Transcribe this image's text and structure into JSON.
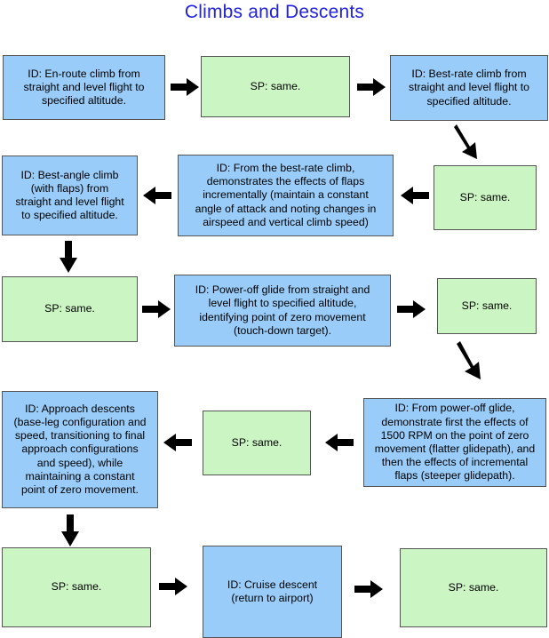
{
  "title": "Climbs and Descents",
  "colors": {
    "title": "#2222dd",
    "id_box_fill": "#99ccf9",
    "sp_box_fill": "#ccf5c4",
    "box_border": "#555555",
    "arrow": "#000000",
    "background": "#ffffff"
  },
  "nodes": [
    {
      "id": "n1",
      "kind": "ID",
      "text": "ID:  En-route climb from\nstraight and level flight to\nspecified altitude."
    },
    {
      "id": "n2",
      "kind": "SP",
      "text": "SP: same."
    },
    {
      "id": "n3",
      "kind": "ID",
      "text": "ID: Best-rate climb from\nstraight and level flight to\nspecified altitude."
    },
    {
      "id": "n4",
      "kind": "SP",
      "text": "SP: same."
    },
    {
      "id": "n5",
      "kind": "ID",
      "text": "ID: From the best-rate climb,\ndemonstrates the effects of flaps\nincrementally (maintain a constant\nangle of attack and noting changes in\nairspeed and vertical climb speed)"
    },
    {
      "id": "n6",
      "kind": "ID",
      "text": "ID: Best-angle climb\n(with flaps) from\nstraight and level flight\nto specified altitude."
    },
    {
      "id": "n7",
      "kind": "SP",
      "text": "SP: same."
    },
    {
      "id": "n8",
      "kind": "ID",
      "text": "ID: Power-off glide from straight and\nlevel flight to specified altitude,\nidentifying point of zero movement\n(touch-down target)."
    },
    {
      "id": "n9",
      "kind": "SP",
      "text": "SP: same."
    },
    {
      "id": "n10",
      "kind": "ID",
      "text": "ID: From power-off glide,\ndemonstrate first the effects of\n1500 RPM on the point of zero\nmovement (flatter glidepath), and\nthen the effects of incremental\nflaps (steeper glidepath)."
    },
    {
      "id": "n11",
      "kind": "SP",
      "text": "SP: same."
    },
    {
      "id": "n12",
      "kind": "ID",
      "text": "ID: Approach descents\n(base-leg configuration and\nspeed, transitioning to final\napproach configurations\nand speed), while\nmaintaining a constant\npoint of zero movement."
    },
    {
      "id": "n13",
      "kind": "SP",
      "text": "SP: same."
    },
    {
      "id": "n14",
      "kind": "ID",
      "text": "ID: Cruise descent\n(return to airport)"
    },
    {
      "id": "n15",
      "kind": "SP",
      "text": "SP: same."
    }
  ],
  "connectors": [
    {
      "id": "a1",
      "direction": "right",
      "from": "n1",
      "to": "n2"
    },
    {
      "id": "a2",
      "direction": "right",
      "from": "n2",
      "to": "n3"
    },
    {
      "id": "a3",
      "direction": "down-right",
      "from": "n3",
      "to": "n4"
    },
    {
      "id": "a4",
      "direction": "left",
      "from": "n4",
      "to": "n5"
    },
    {
      "id": "a5",
      "direction": "left",
      "from": "n5",
      "to": "n6"
    },
    {
      "id": "a6",
      "direction": "down",
      "from": "n6",
      "to": "n7"
    },
    {
      "id": "a7",
      "direction": "right",
      "from": "n7",
      "to": "n8"
    },
    {
      "id": "a8",
      "direction": "right",
      "from": "n8",
      "to": "n9"
    },
    {
      "id": "a9",
      "direction": "down-right",
      "from": "n9",
      "to": "n10"
    },
    {
      "id": "a10",
      "direction": "left",
      "from": "n10",
      "to": "n11"
    },
    {
      "id": "a11",
      "direction": "left",
      "from": "n11",
      "to": "n12"
    },
    {
      "id": "a12",
      "direction": "down",
      "from": "n12",
      "to": "n13"
    },
    {
      "id": "a13",
      "direction": "right",
      "from": "n13",
      "to": "n14"
    },
    {
      "id": "a14",
      "direction": "right",
      "from": "n14",
      "to": "n15"
    }
  ]
}
